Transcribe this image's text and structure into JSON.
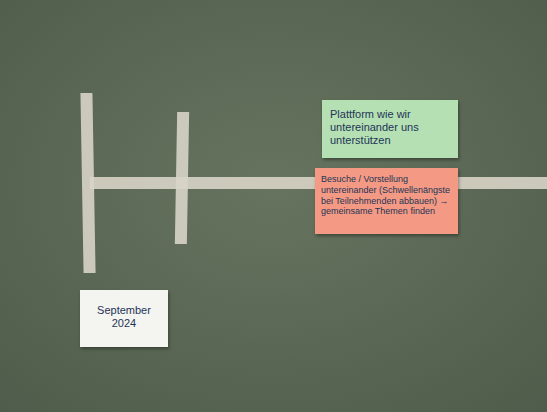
{
  "diagram": {
    "nodes": [
      {
        "text": [
          "Plattform wie wir untereinander uns unterstützen"
        ]
      },
      {
        "text": [
          "Besuche / Vorstellung untereinander (Schwellenängste bei Teilnehmenden abbauen) → gemeinsame Themen finden"
        ]
      },
      {
        "text": [
          "September 2024"
        ]
      }
    ]
  }
}
